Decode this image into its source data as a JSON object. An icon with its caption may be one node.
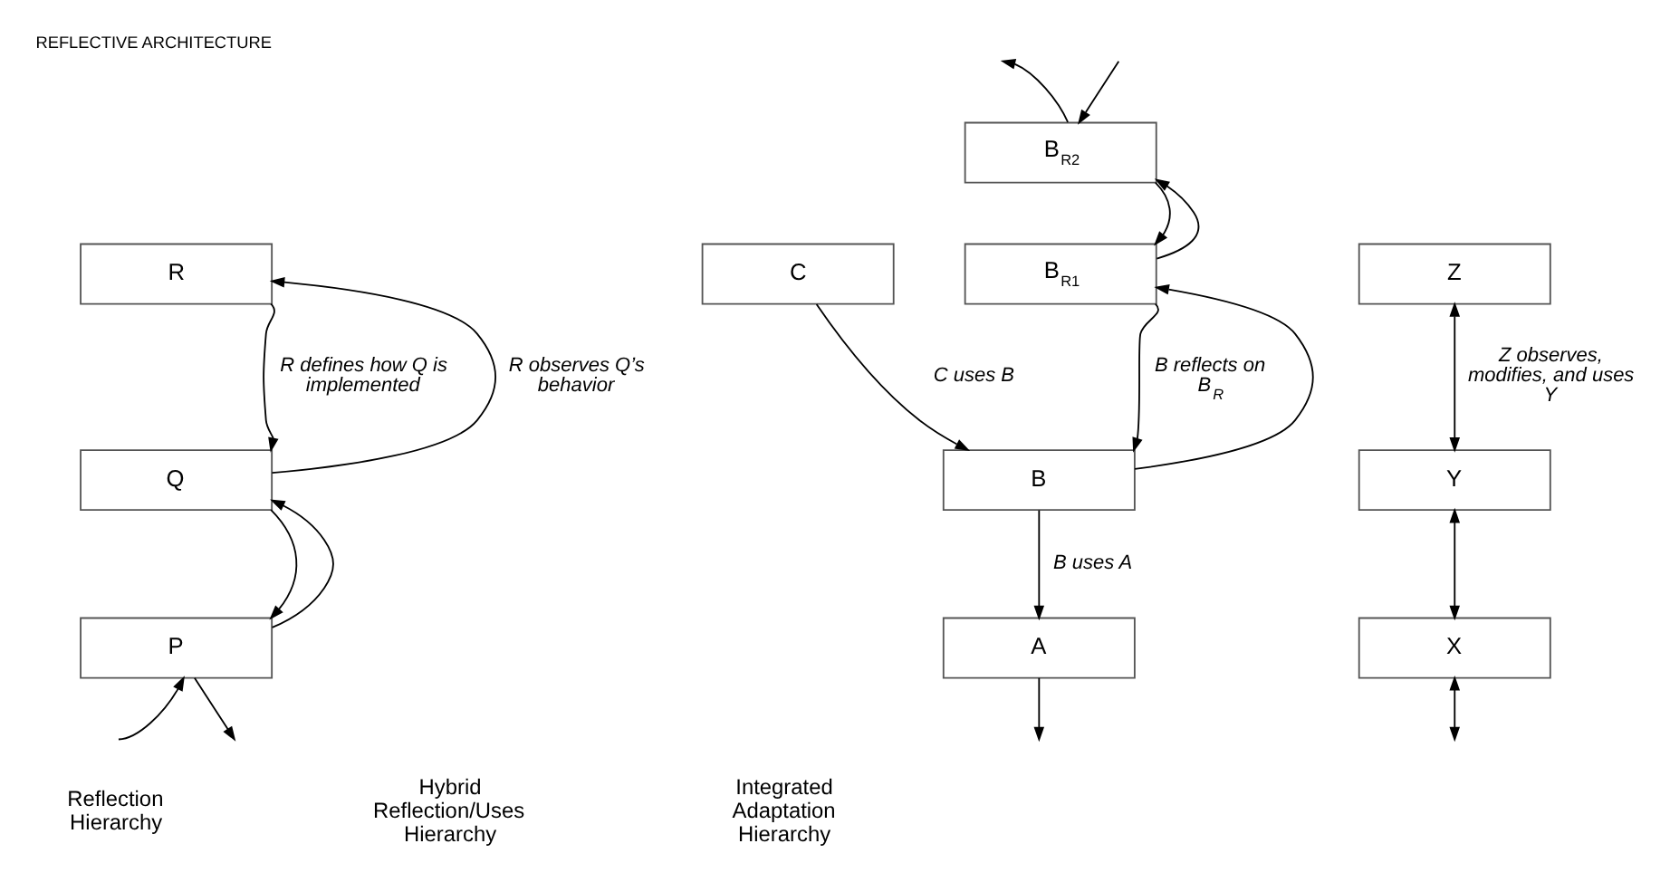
{
  "diagram": {
    "title": "REFLECTIVE ARCHITECTURE",
    "nodes": [
      {
        "text": [
          "R"
        ]
      },
      {
        "text": [
          "Q"
        ]
      },
      {
        "text": [
          "P"
        ]
      },
      {
        "text": [
          "C"
        ]
      },
      {
        "text": [
          "B$_{R2}$"
        ]
      },
      {
        "text": [
          "B$_{R1}$"
        ]
      },
      {
        "text": [
          "B"
        ]
      },
      {
        "text": [
          "A"
        ]
      },
      {
        "text": [
          "Z"
        ]
      },
      {
        "text": [
          "Y"
        ]
      },
      {
        "text": [
          "X"
        ]
      }
    ],
    "edges": [
      {
        "from": 1,
        "to": 0,
        "arrow": "to",
        "label": "R observes Q’s behavior"
      },
      {
        "from": 0,
        "to": 1,
        "arrow": "to",
        "label": "R defines how Q is implemented"
      },
      {
        "from": 2,
        "to": 1,
        "arrow": "to"
      },
      {
        "from": 1,
        "to": 2,
        "arrow": "to"
      },
      {
        "from": null,
        "to": 2,
        "arrow": "to"
      },
      {
        "from": 2,
        "to": null,
        "arrow": "to"
      },
      {
        "from": 4,
        "to": null,
        "arrow": "to"
      },
      {
        "from": null,
        "to": 4,
        "arrow": "to"
      },
      {
        "from": 5,
        "to": 4,
        "arrow": "to"
      },
      {
        "from": 4,
        "to": 5,
        "arrow": "to"
      },
      {
        "from": 3,
        "to": 6,
        "arrow": "to",
        "label": "C uses B"
      },
      {
        "from": 6,
        "to": 5,
        "arrow": "to"
      },
      {
        "from": 5,
        "to": 6,
        "arrow": "to",
        "label": "B reflects on B$_{R}$"
      },
      {
        "from": 6,
        "to": 7,
        "arrow": "to",
        "label": "B uses A"
      },
      {
        "from": 7,
        "to": null,
        "arrow": "to"
      },
      {
        "from": 8,
        "to": 9,
        "arrow": "both",
        "label": "Z observes, modifies, and uses Y"
      },
      {
        "from": 9,
        "to": 10,
        "arrow": "both"
      },
      {
        "from": 10,
        "to": null,
        "arrow": "both"
      }
    ],
    "labels": [
      "Reflection Hierarchy",
      "Hybrid Reflection/Uses Hierarchy",
      "Integrated Adaptation Hierarchy"
    ]
  }
}
